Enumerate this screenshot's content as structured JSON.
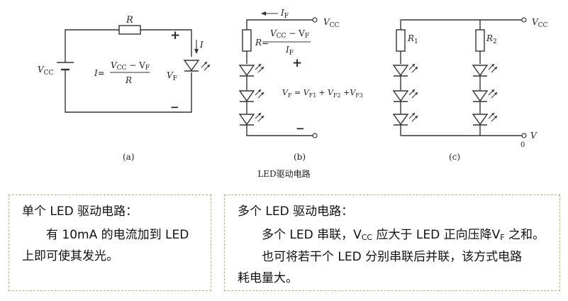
{
  "diagram": {
    "a": {
      "caption": "(a)",
      "r_label": "R",
      "vcc_label": "V",
      "vcc_sub": "CC",
      "formula_lhs": "I=",
      "formula_num_v": "V",
      "formula_num_sub1": "CC",
      "formula_num_minus": " − V",
      "formula_num_sub2": "F",
      "formula_den": "R",
      "plus": "+",
      "minus": "−",
      "current_label": "I",
      "vf_label": "V",
      "vf_sub": "F"
    },
    "b": {
      "caption": "(b)",
      "if_label": "I",
      "if_sub": "F",
      "vcc_label": "V",
      "vcc_sub": "CC",
      "r_eq": "R=",
      "num_v": "V",
      "num_sub1": "CC",
      "num_minus": " − V",
      "num_sub2": "F",
      "den_i": "I",
      "den_sub": "F",
      "plus": "+",
      "minus": "−",
      "vf_eq": "V",
      "vf_eq_sub": "F",
      "vf_eq_rhs1": " = V",
      "vf_eq_sub1": "F1",
      "vf_eq_rhs2": "+ V",
      "vf_eq_sub2": "F2",
      "vf_eq_rhs3": " +V",
      "vf_eq_sub3": "F3"
    },
    "c": {
      "caption": "(c)",
      "r1": "R",
      "r1_sub": "1",
      "r2": "R",
      "r2_sub": "2",
      "vcc_label": "V",
      "vcc_sub": "CC",
      "v_label": "V",
      "zero_label": "0"
    },
    "title": "LED驱动电路"
  },
  "notes": {
    "left": {
      "heading": "单个 LED 驱动电路：",
      "body_line1": "有 10mA 的电流加到 LED",
      "body_line2": "上即可使其发光。"
    },
    "right": {
      "heading": "多个 LED 驱动电路：",
      "p1_pre": "多个 LED 串联，V",
      "p1_sub1": "CC",
      "p1_mid": " 应大于 LED 正向压降V",
      "p1_sub2": "F",
      "p1_post": " 之和。",
      "p2_line1": "也可将若干个 LED 分别串联后并联，该方式电路",
      "p2_line2": "耗电量大。"
    }
  },
  "colors": {
    "border": "#b5b777",
    "wire": "#333333"
  }
}
